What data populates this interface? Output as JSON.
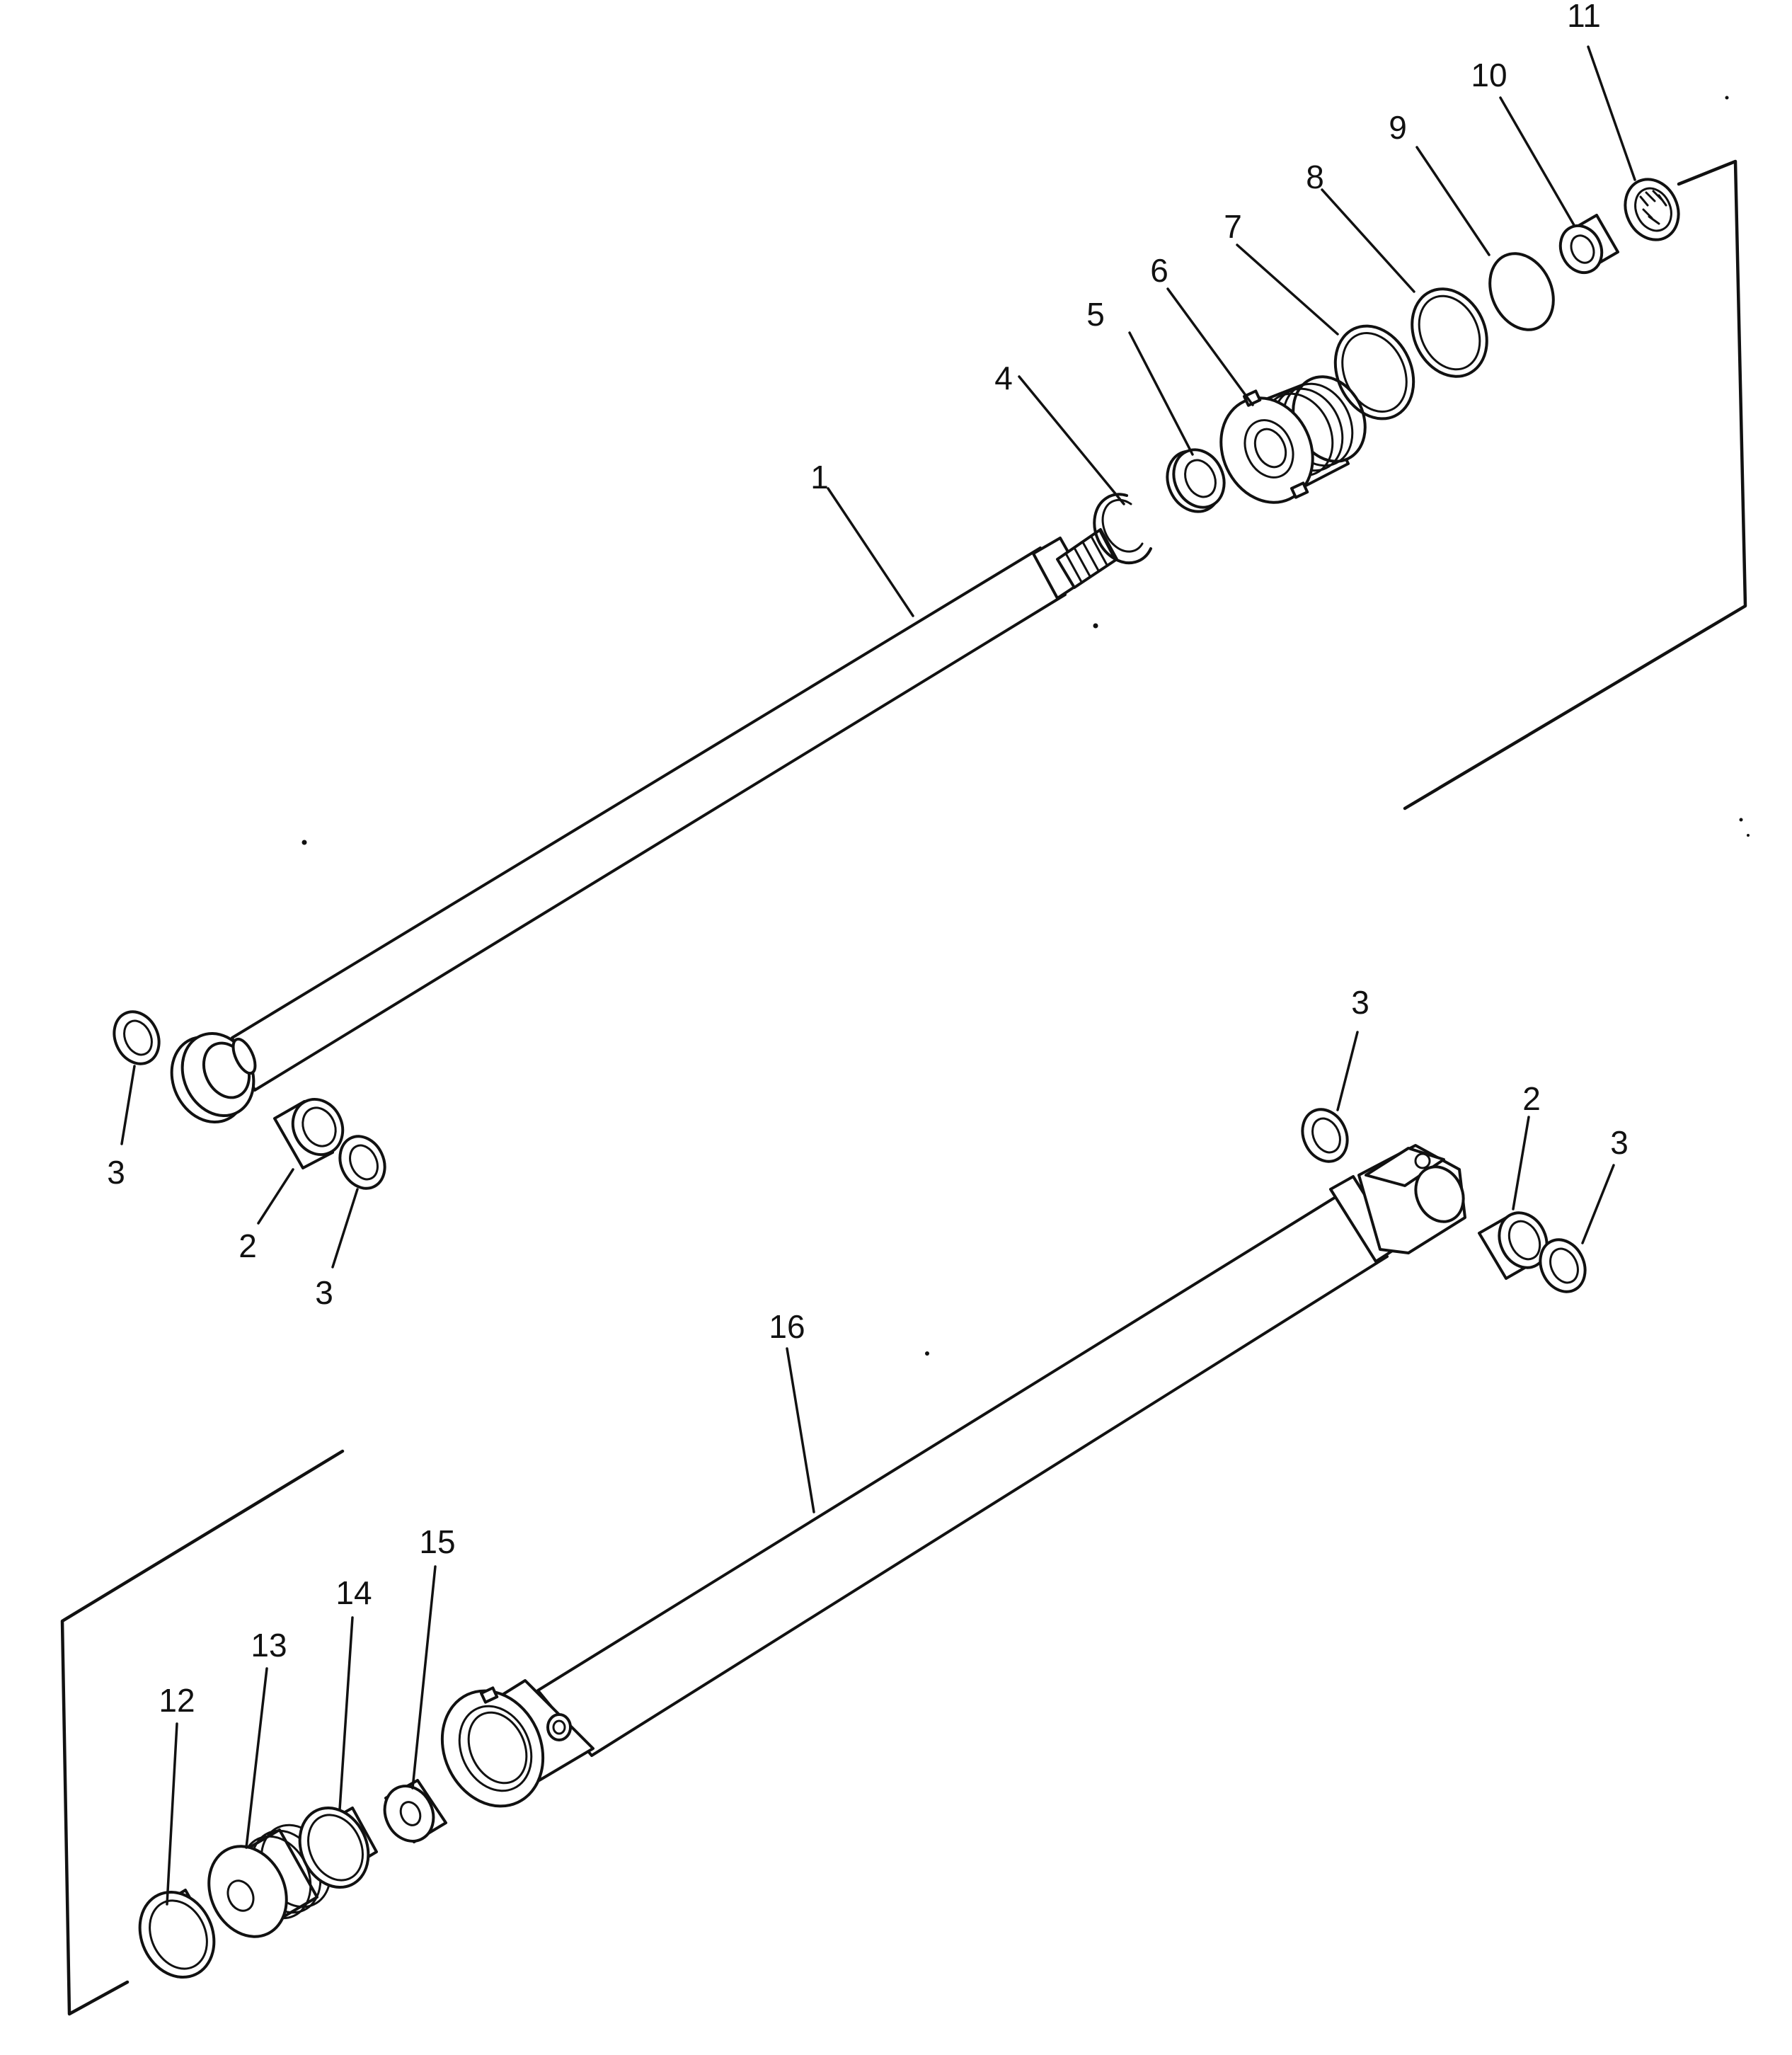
{
  "diagram": {
    "type": "exploded-parts-view",
    "line_color": "#111111",
    "background": "#ffffff",
    "callouts": {
      "c1": "1",
      "c2a": "2",
      "c2b": "2",
      "c3a": "3",
      "c3b": "3",
      "c3c": "3",
      "c3d": "3",
      "c4": "4",
      "c5": "5",
      "c6": "6",
      "c7": "7",
      "c8": "8",
      "c9": "9",
      "c10": "10",
      "c11": "11",
      "c12": "12",
      "c13": "13",
      "c14": "14",
      "c15": "15",
      "c16": "16"
    }
  }
}
